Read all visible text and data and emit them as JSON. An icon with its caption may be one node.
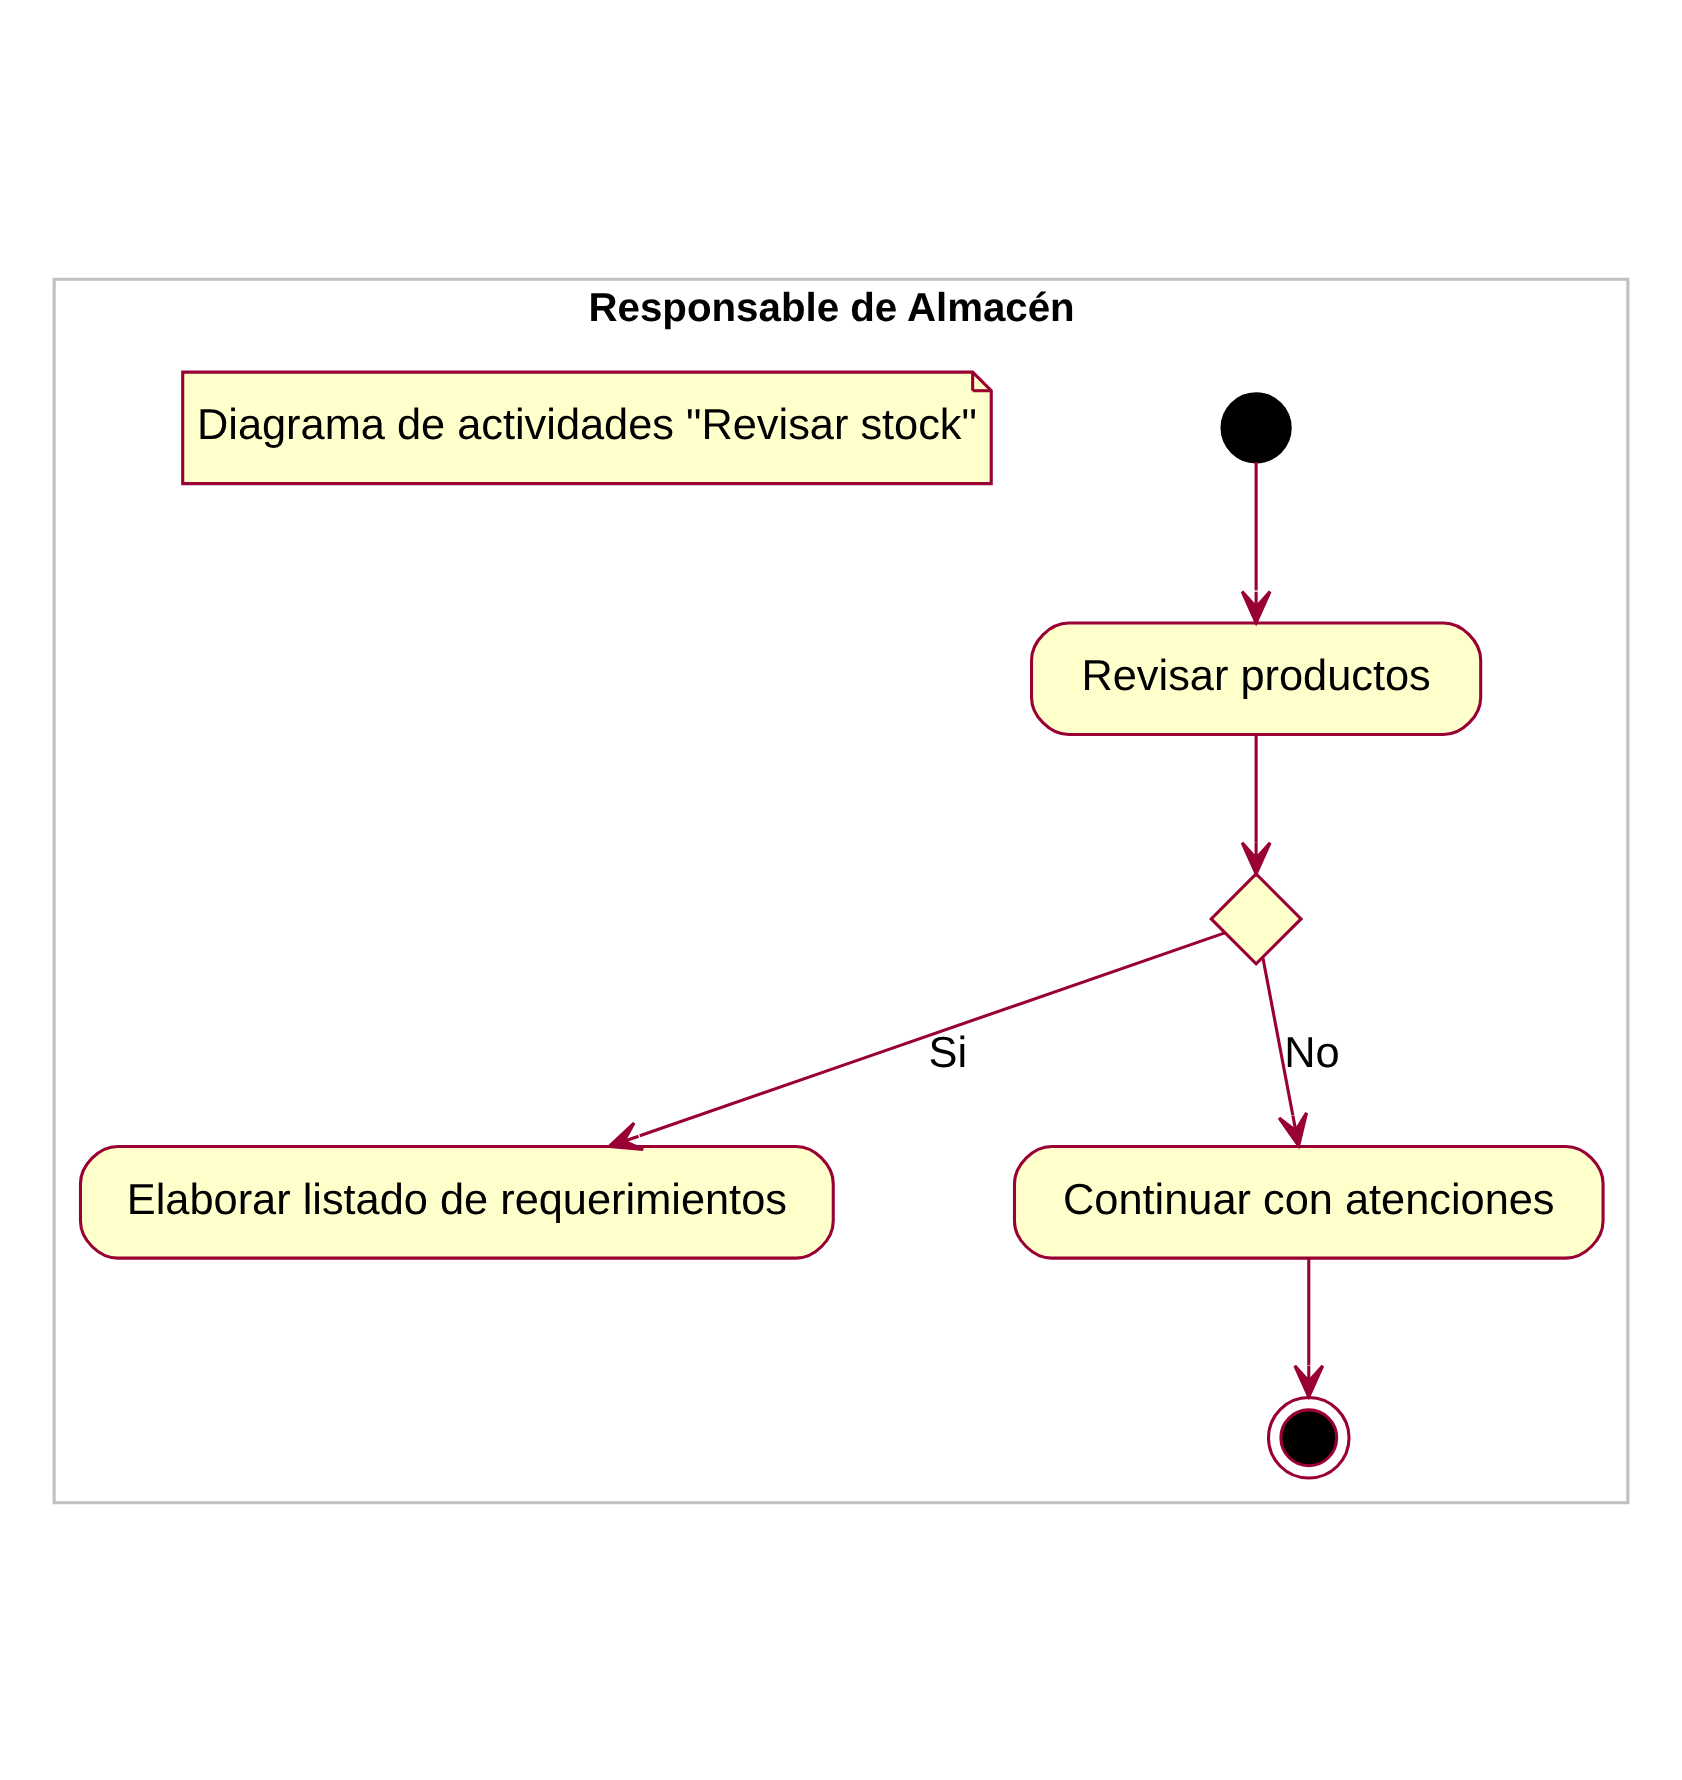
{
  "diagram": {
    "nodes": [
      {
        "text": [
          "Responsable de Almacén"
        ]
      },
      {
        "text": [],
        "shape": "circle",
        "in": 0
      },
      {
        "text": [
          "Diagrama de actividades \"Revisar stock\""
        ],
        "in": 0
      },
      {
        "text": [
          "Revisar productos"
        ],
        "in": 0
      },
      {
        "text": [],
        "shape": "diamond",
        "in": 0
      },
      {
        "text": [
          "Elaborar listado de requerimientos"
        ],
        "in": 0
      },
      {
        "text": [
          "Continuar con atenciones"
        ],
        "in": 0
      },
      {
        "text": [],
        "shape": "circle",
        "in": 0
      }
    ],
    "edges": [
      {
        "from": 1,
        "to": 3,
        "arrow": "to"
      },
      {
        "from": 3,
        "to": 4,
        "arrow": "to"
      },
      {
        "from": 4,
        "to": 5,
        "arrow": "to",
        "label": "Si"
      },
      {
        "from": 4,
        "to": 6,
        "arrow": "to",
        "label": "No"
      },
      {
        "from": 6,
        "to": 7,
        "arrow": "to"
      }
    ]
  }
}
